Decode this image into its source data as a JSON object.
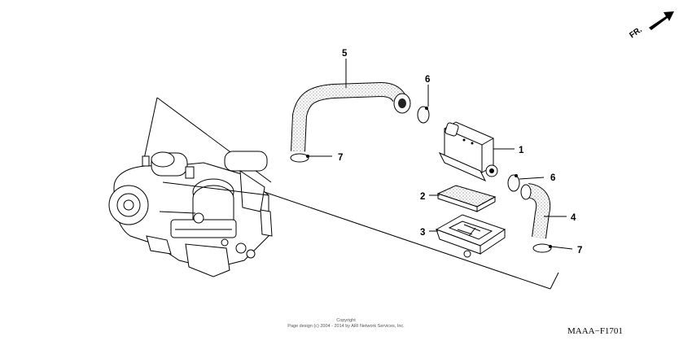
{
  "direction": {
    "label": "FR.",
    "icon": "front-arrow-icon"
  },
  "callouts": [
    "1",
    "2",
    "3",
    "4",
    "5",
    "6",
    "6",
    "7",
    "7"
  ],
  "copyright": {
    "title": "Copyright",
    "line": "Page design (c) 2004 - 2014 by ARI Network Services, Inc."
  },
  "diagram_code": "MAAA−F1701"
}
